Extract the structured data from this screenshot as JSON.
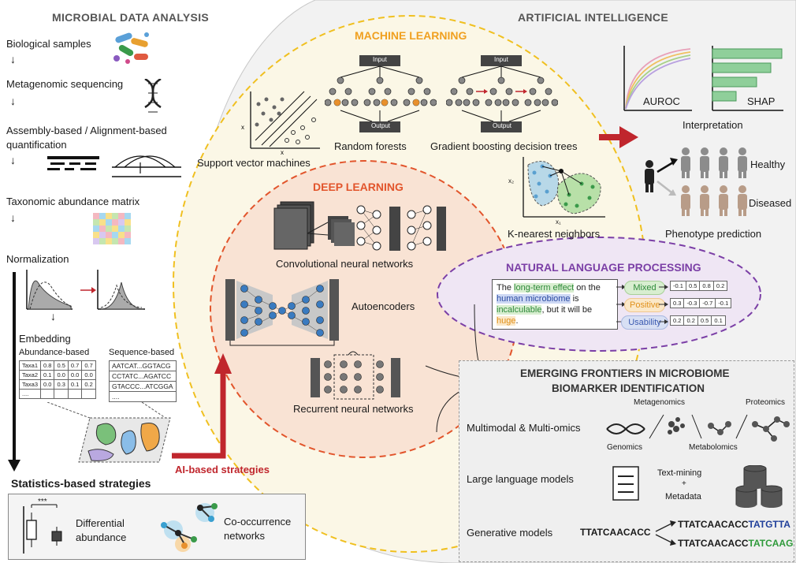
{
  "left": {
    "title": "MICROBIAL DATA ANALYSIS",
    "steps": {
      "biological": "Biological samples",
      "sequencing": "Metagenomic sequencing",
      "assembly": "Assembly-based / Alignment-based",
      "quantification": "quantification",
      "matrix": "Taxonomic abundance matrix",
      "normalization": "Normalization",
      "embedding": "Embedding"
    },
    "embedding": {
      "abundance_label": "Abundance-based",
      "sequence_label": "Sequence-based",
      "abundance_rows": [
        [
          "Taxa1",
          "0.8",
          "0.5",
          "0.7",
          "0.7"
        ],
        [
          "Taxa2",
          "0.1",
          "0.0",
          "0.0",
          "0.0"
        ],
        [
          "Taxa3",
          "0.0",
          "0.3",
          "0.1",
          "0.2"
        ],
        [
          "....",
          "",
          "",
          "",
          ""
        ]
      ],
      "sequence_rows": [
        "AATCAT...GGTACG",
        "CCTATC...AGATCC",
        "GTACCC...ATCGGA",
        "...."
      ]
    },
    "stats_title": "Statistics-based strategies",
    "ai_strategies": "AI-based strategies",
    "stats": {
      "signif": "***",
      "diff1": "Differential",
      "diff2": "abundance",
      "co1": "Co-occurrence",
      "co2": "networks"
    }
  },
  "right": {
    "title": "ARTIFICIAL INTELLIGENCE",
    "ml_title": "MACHINE LEARNING",
    "dl_title": "DEEP LEARNING",
    "nlp_title": "NATURAL LANGUAGE PROCESSING",
    "ml": {
      "svm": "Support vector machines",
      "rf": "Random forests",
      "gbdt": "Gradient boosting decision trees",
      "knn": "K-nearest neighbors",
      "input": "Input",
      "output": "Output",
      "x1": "x₁",
      "x2": "x₂"
    },
    "dl": {
      "cnn": "Convolutional neural networks",
      "ae": "Autoencoders",
      "rnn": "Recurrent neural networks"
    },
    "nlp": {
      "sentence": [
        {
          "text": "The ",
          "hl": ""
        },
        {
          "text": "long-term effect",
          "hl": "green"
        },
        {
          "text": " on the ",
          "hl": ""
        },
        {
          "text": "human microbiome",
          "hl": "blue"
        },
        {
          "text": " is ",
          "hl": ""
        },
        {
          "text": "incalculable",
          "hl": "green"
        },
        {
          "text": ", but it will be ",
          "hl": ""
        },
        {
          "text": "huge",
          "hl": "orange"
        },
        {
          "text": ".",
          "hl": ""
        }
      ],
      "labels": [
        "Mixed",
        "Positive",
        "Usability"
      ],
      "vectors": [
        [
          "-0.1",
          "0.5",
          "0.8",
          "0.2"
        ],
        [
          "0.3",
          "-0.3",
          "-0.7",
          "-0.1"
        ],
        [
          "0.2",
          "0.2",
          "0.5",
          "0.1"
        ]
      ]
    },
    "interp": {
      "auroc": "AUROC",
      "shap": "SHAP",
      "title": "Interpretation",
      "healthy": "Healthy",
      "diseased": "Diseased",
      "pheno": "Phenotype prediction"
    },
    "frontiers": {
      "title1": "EMERGING FRONTIERS IN MICROBIOME",
      "title2": "BIOMARKER IDENTIFICATION",
      "multi": "Multimodal & Multi-omics",
      "metagenomics": "Metagenomics",
      "proteomics": "Proteomics",
      "genomics": "Genomics",
      "metabolomics": "Metabolomics",
      "llm": "Large language models",
      "textmining": "Text-mining",
      "plus": "+",
      "metadata": "Metadata",
      "gen": "Generative models",
      "seq_in": "TTATCAACACC",
      "seq_out1_prefix": "TTATCAACACC",
      "seq_out1_suffix": "TATGTTA",
      "seq_out2_prefix": "TTATCAACACC",
      "seq_out2_suffix": "TATCAAG"
    }
  },
  "colors": {
    "ml": "#f0a020",
    "dl": "#e2552c",
    "nlp": "#7b3fa6",
    "arrow_red": "#c0262d",
    "seq_blue": "#1f3f9a",
    "seq_green": "#2e9a3a"
  }
}
